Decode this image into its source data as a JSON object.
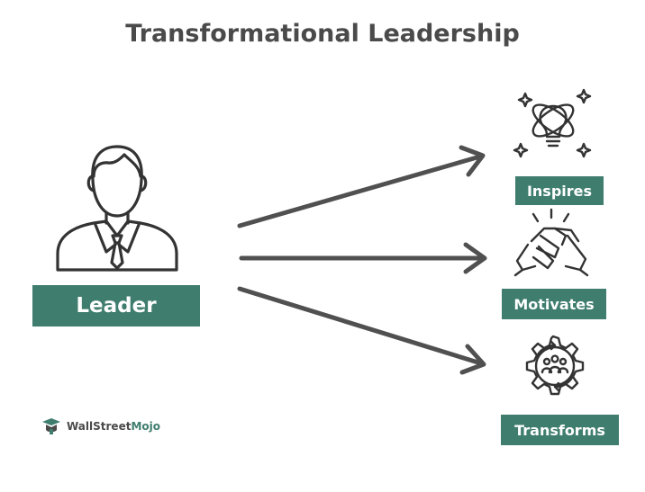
{
  "title": "Transformational Leadership",
  "leader": {
    "label": "Leader"
  },
  "outcomes": [
    {
      "label": "Inspires",
      "icon": "lightbulb-atom-icon"
    },
    {
      "label": "Motivates",
      "icon": "handshake-icon"
    },
    {
      "label": "Transforms",
      "icon": "gear-team-icon"
    }
  ],
  "logo": {
    "part1": "WallStreet",
    "part2": "Mojo"
  },
  "colors": {
    "box": "#3f7d6e",
    "arrow": "#505050",
    "icon": "#333333",
    "title": "#4a4a4a"
  }
}
